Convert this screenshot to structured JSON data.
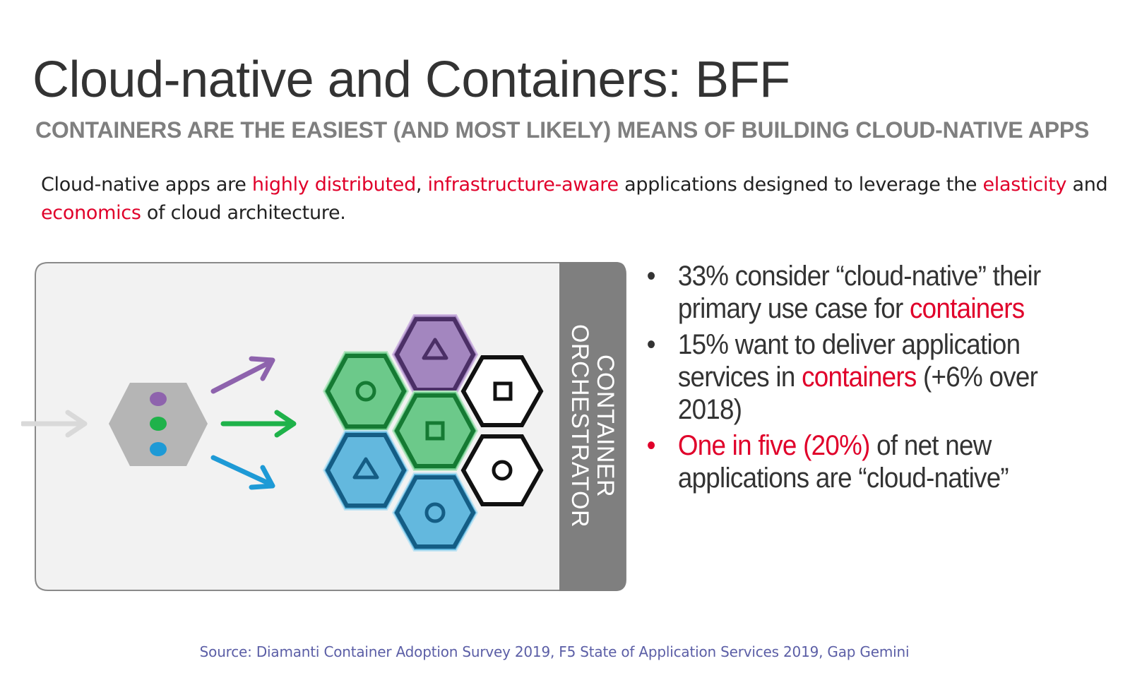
{
  "title": "Cloud-native and Containers: BFF",
  "subtitle": "CONTAINERS ARE THE EASIEST (AND MOST LIKELY) MEANS OF BUILDING CLOUD-NATIVE APPS",
  "intro": {
    "t1": "Cloud-native apps are ",
    "h1": "highly distributed",
    "t2": ", ",
    "h2": "infrastructure-aware",
    "t3": " applications designed to leverage the ",
    "h3": "elasticity",
    "t4": " and ",
    "h4": "economics",
    "t5": " of cloud architecture."
  },
  "diagram": {
    "orchestrator_line1": "CONTAINER",
    "orchestrator_line2": "ORCHESTRATOR"
  },
  "bullets": {
    "b1_text": "33% consider “cloud-native” their primary use case for ",
    "b1_red": "containers",
    "b2_text1": "15% want to deliver application services in ",
    "b2_red": "containers",
    "b2_text2": " (+6% over 2018)",
    "b3_red": "One in five (20%)",
    "b3_text": " of net new applications are “cloud-native”",
    "bullet_char": "•"
  },
  "source": "Source: Diamanti Container Adoption Survey 2019, F5 State of Application Services 2019, Gap Gemini",
  "colors": {
    "accent_red": "#e0002a",
    "purple": "#8e63ad",
    "green": "#1fb24a",
    "blue": "#1e9ad6",
    "orchestrator_bar": "#7f7f7f",
    "source_text": "#5b5ea6"
  },
  "icons": [
    "grey-arrow-icon",
    "app-hexagon-icon",
    "purple-arrow-icon",
    "green-arrow-icon",
    "blue-arrow-icon",
    "container-hexagon-icon",
    "triangle-icon",
    "circle-icon",
    "square-icon"
  ]
}
